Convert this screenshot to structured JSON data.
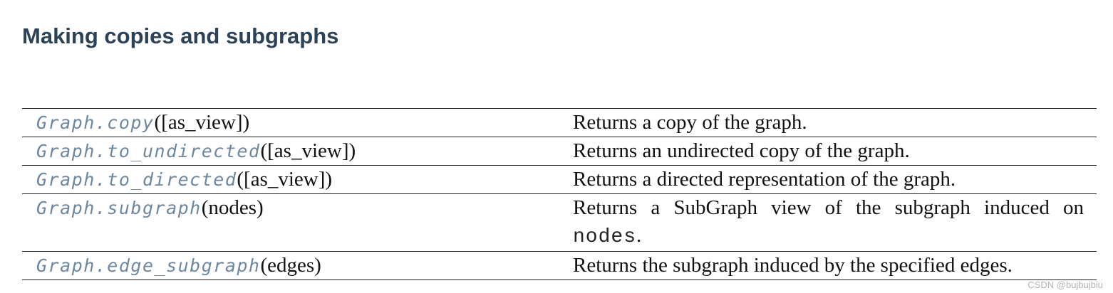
{
  "section": {
    "title": "Making copies and subgraphs"
  },
  "methods": [
    {
      "name": "Graph.copy",
      "args": "([as_view])",
      "description": "Returns a copy of the graph.",
      "description_code": ""
    },
    {
      "name": "Graph.to_undirected",
      "args": "([as_view])",
      "description": "Returns an undirected copy of the graph.",
      "description_code": ""
    },
    {
      "name": "Graph.to_directed",
      "args": "([as_view])",
      "description": "Returns a directed representation of the graph.",
      "description_code": ""
    },
    {
      "name": "Graph.subgraph",
      "args": "(nodes)",
      "description": "Returns a SubGraph view of the subgraph induced on ",
      "description_code": "nodes",
      "description_suffix": "."
    },
    {
      "name": "Graph.edge_subgraph",
      "args": "(edges)",
      "description": "Returns the subgraph induced by the specified edges.",
      "description_code": ""
    }
  ],
  "watermark": {
    "text": "CSDN @bujbujbiu"
  }
}
